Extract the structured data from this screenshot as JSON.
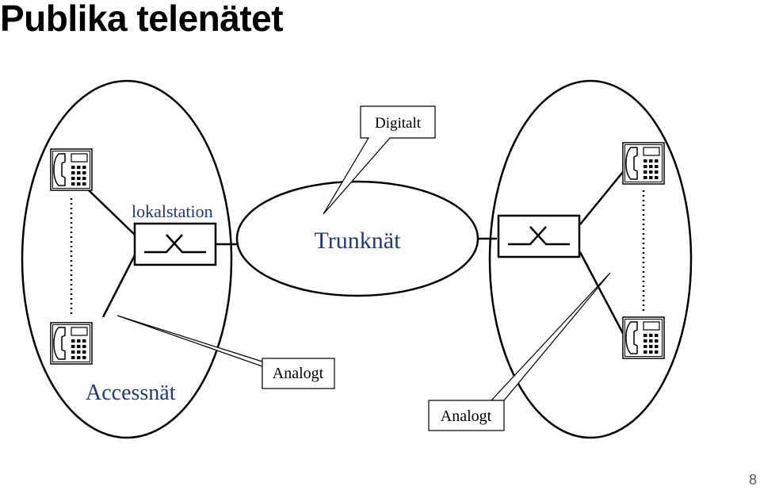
{
  "title": "Publika telenätet",
  "slide_number": "8",
  "labels": {
    "digital": "Digitalt",
    "trunk": "Trunknät",
    "local_station": "lokalstation",
    "access": "Accessnät",
    "analog_left": "Analogt",
    "analog_right": "Analogt"
  },
  "colors": {
    "label_blue": "#1f3a7a",
    "line": "#000000"
  },
  "icons": {
    "phone": "telephone-icon",
    "switch": "switch-icon"
  }
}
